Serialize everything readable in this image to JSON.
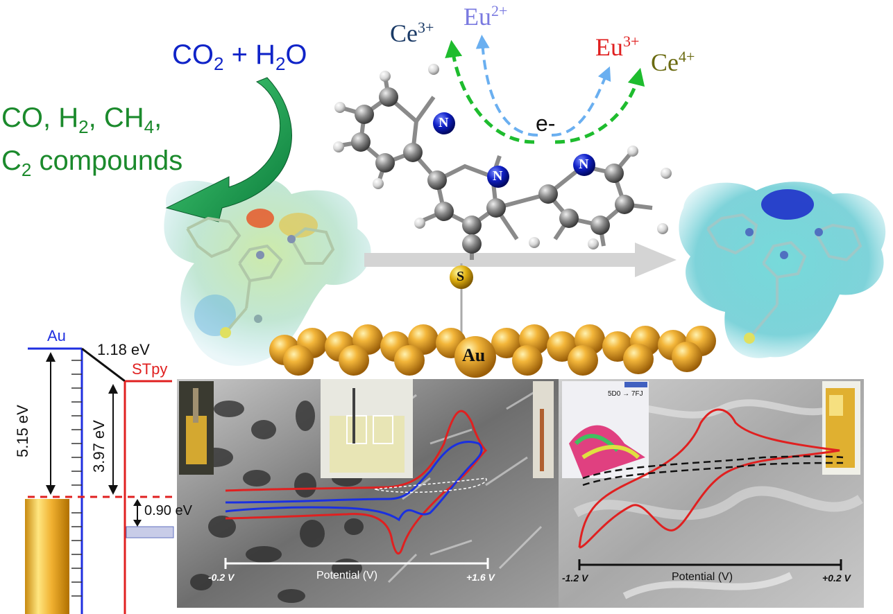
{
  "reaction": {
    "reactants": [
      "CO",
      "2",
      " + H",
      "2",
      "O"
    ],
    "products_line1": [
      "CO, H",
      "2",
      ", CH",
      "4",
      ","
    ],
    "products_line2": [
      "C",
      "2",
      " compounds"
    ]
  },
  "ions": {
    "ce3": {
      "base": "Ce",
      "charge": "3+",
      "color": "#1a3a66"
    },
    "eu2": {
      "base": "Eu",
      "charge": "2+",
      "color": "#7a7ae0"
    },
    "eu3": {
      "base": "Eu",
      "charge": "3+",
      "color": "#e02020"
    },
    "ce4": {
      "base": "Ce",
      "charge": "4+",
      "color": "#6a6a10"
    },
    "electron": "e-"
  },
  "molecule": {
    "nitrogen_label": "N",
    "sulfur_label": "S",
    "gold_label": "Au"
  },
  "energy_diagram": {
    "au_label": "Au",
    "stpy_label": "STpy",
    "gap_label": "1.18 eV",
    "au_work_function": "5.15 eV",
    "stpy_level": "3.97 eV",
    "offset": "0.90 eV",
    "colors": {
      "au": "#1f2fe0",
      "stpy": "#e02020"
    }
  },
  "panels": {
    "left": {
      "xmin": "-0.2 V",
      "xmax": "+1.6 V",
      "xlabel": "Potential (V)"
    },
    "right": {
      "xmin": "-1.2 V",
      "xmax": "+0.2 V",
      "xlabel": "Potential (V)"
    },
    "inset_label": "5D0 → 7FJ"
  }
}
